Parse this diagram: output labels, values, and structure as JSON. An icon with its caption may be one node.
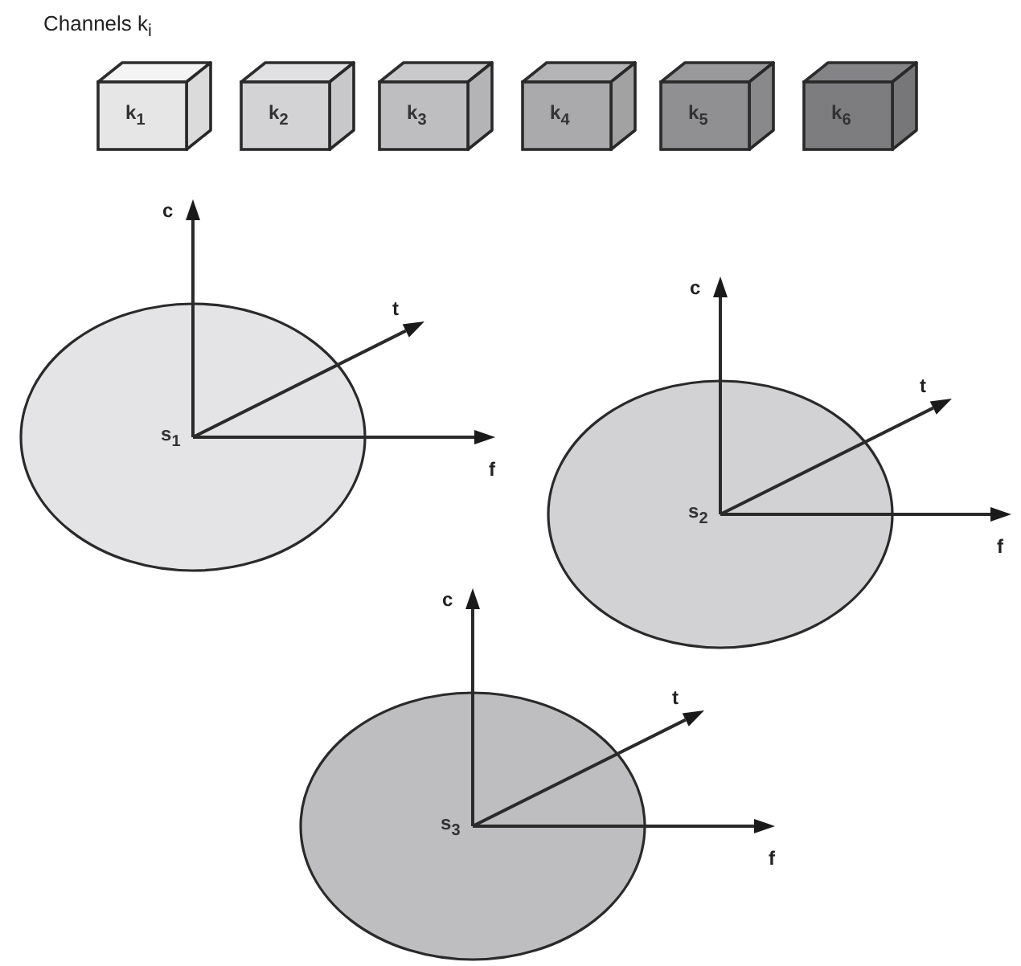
{
  "diagram": {
    "title": "Channels k$_{i}$",
    "nodes": [
      {
        "text": [
          "k$_{1}$"
        ]
      },
      {
        "text": [
          "k$_{2}$"
        ]
      },
      {
        "text": [
          "k$_{3}$"
        ]
      },
      {
        "text": [
          "k$_{4}$"
        ]
      },
      {
        "text": [
          "k$_{5}$"
        ]
      },
      {
        "text": [
          "k$_{6}$"
        ]
      },
      {
        "text": [
          "s$_{1}$"
        ]
      },
      {
        "text": [
          "s$_{2}$"
        ]
      },
      {
        "text": [
          "s$_{3}$"
        ]
      }
    ],
    "labels": [
      "c",
      "t",
      "f",
      "c",
      "t",
      "f",
      "c",
      "t",
      "f"
    ]
  }
}
